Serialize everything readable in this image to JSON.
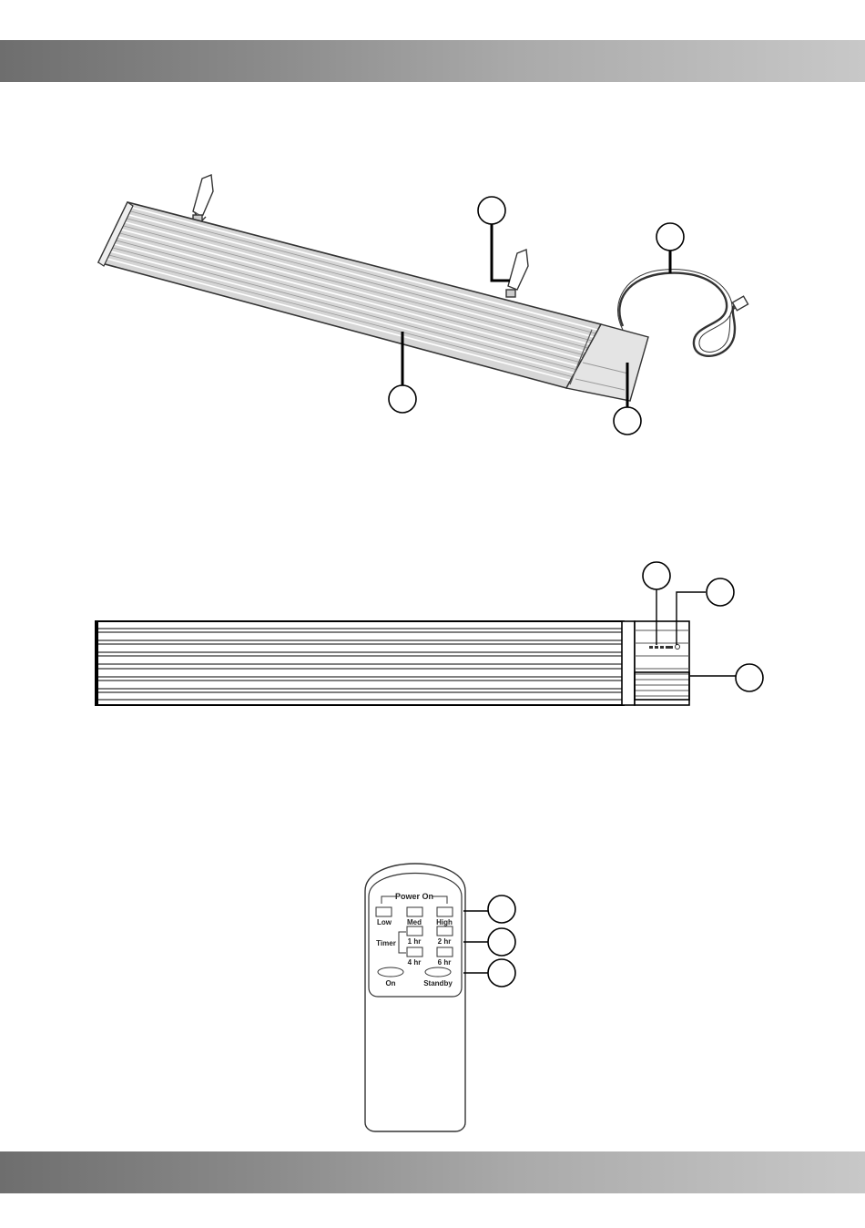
{
  "remote": {
    "power_on": "Power On",
    "low": "Low",
    "med": "Med",
    "high": "High",
    "timer": "Timer",
    "t1": "1 hr",
    "t2": "2 hr",
    "t4": "4 hr",
    "t6": "6 hr",
    "on": "On",
    "standby": "Standby"
  }
}
